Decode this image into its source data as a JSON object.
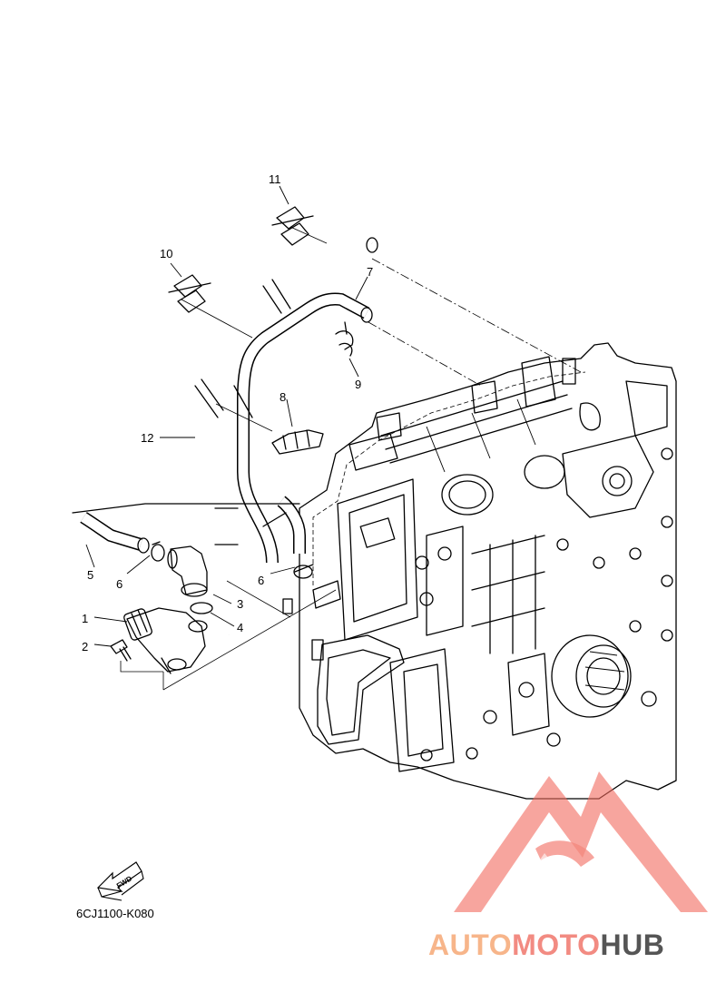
{
  "diagram": {
    "callouts": [
      "1",
      "2",
      "3",
      "4",
      "5",
      "6",
      "6",
      "7",
      "8",
      "9",
      "10",
      "11",
      "12"
    ],
    "part_code": "6CJ1100-K080",
    "fwd_label": "FWD"
  },
  "watermark": {
    "part1": "AUTO",
    "part2": "MOTO",
    "part3": "HUB",
    "colors": {
      "auto": "#f7b58a",
      "moto": "#f28b82",
      "hub": "#555555",
      "logo": "#f26a5e"
    }
  }
}
